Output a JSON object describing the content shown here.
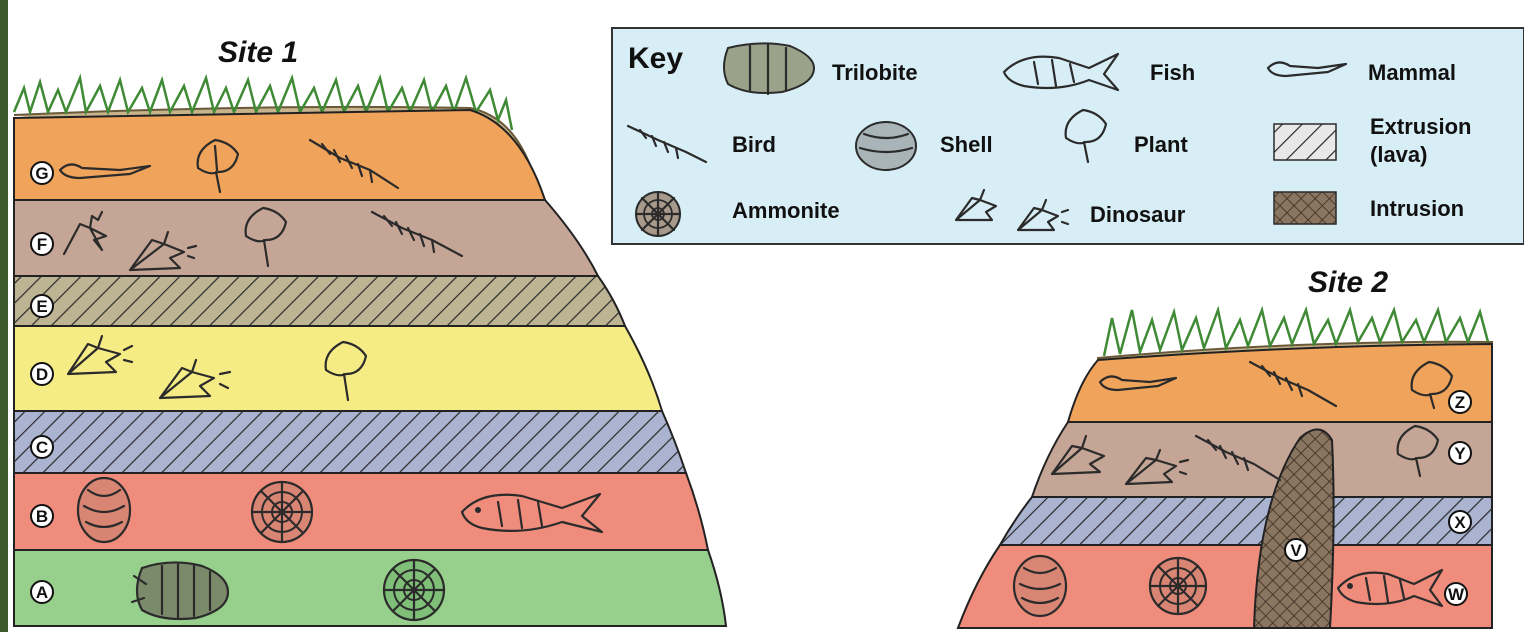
{
  "titles": {
    "site1": "Site 1",
    "site2": "Site 2"
  },
  "key": {
    "title": "Key",
    "items": {
      "trilobite": "Trilobite",
      "fish": "Fish",
      "mammal": "Mammal",
      "bird": "Bird",
      "shell": "Shell",
      "plant": "Plant",
      "extrusion_1": "Extrusion",
      "extrusion_2": "(lava)",
      "ammonite": "Ammonite",
      "dinosaur": "Dinosaur",
      "intrusion": "Intrusion"
    }
  },
  "site1_layers": {
    "G": "G",
    "F": "F",
    "E": "E",
    "D": "D",
    "C": "C",
    "B": "B",
    "A": "A"
  },
  "site2_layers": {
    "Z": "Z",
    "Y": "Y",
    "X": "X",
    "W": "W",
    "V": "V"
  },
  "colors": {
    "orange": "#f0a35a",
    "mauve": "#c4a596",
    "olive_hatch": "#bdb494",
    "yellow": "#f6ec86",
    "blue_hatch": "#aab3cf",
    "salmon": "#ef8c7c",
    "green": "#97d08d",
    "key_bg": "#d8eef6",
    "intrusion": "#8a7560"
  }
}
